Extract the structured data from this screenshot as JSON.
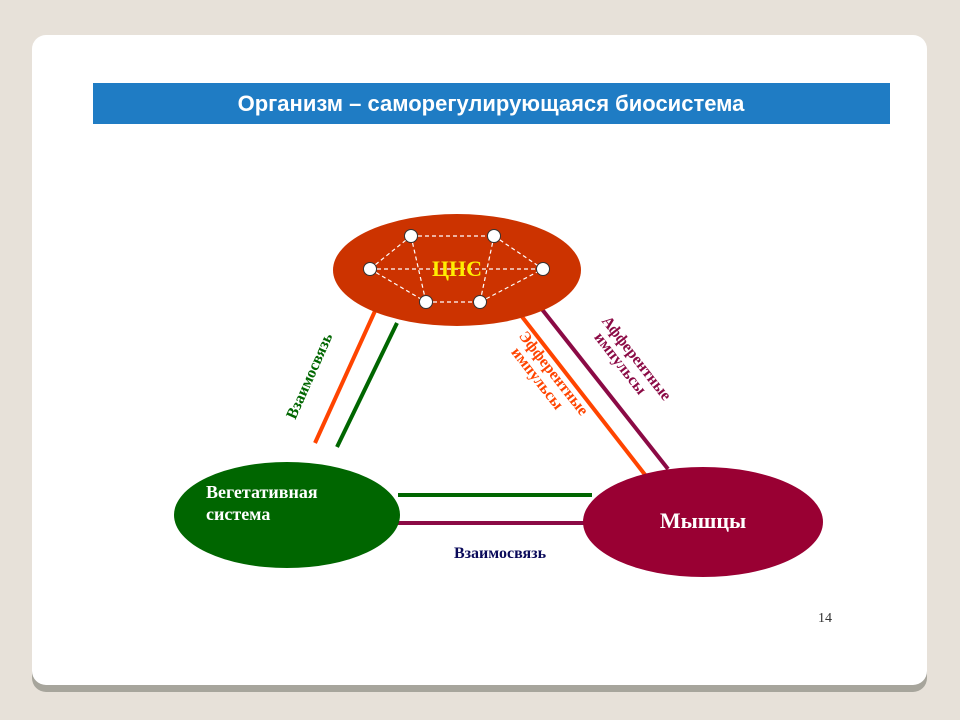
{
  "slide": {
    "title": "Организм – саморегулирующаяся биосистема",
    "page_number": "14"
  },
  "nodes": {
    "cns": "ЦНС",
    "autonomic_line1": "Вегетативная",
    "autonomic_line2": "система",
    "muscles": "Мышцы"
  },
  "links": {
    "cns_autonomic": "Взаимосвязь",
    "efferent_line1": "Эфферентные",
    "efferent_line2": "импульсы",
    "afferent_line1": "Афферентные",
    "afferent_line2": "импульсы",
    "autonomic_muscles": "Взаимосвязь"
  },
  "colors": {
    "title_bar": "#1f7cc4",
    "cns": "#cc3300",
    "autonomic": "#006600",
    "muscles": "#990033",
    "efferent": "#ff4400",
    "afferent": "#8b0a45",
    "cns_label": "#ffee00",
    "bottom_label": "#0a0a5a"
  }
}
